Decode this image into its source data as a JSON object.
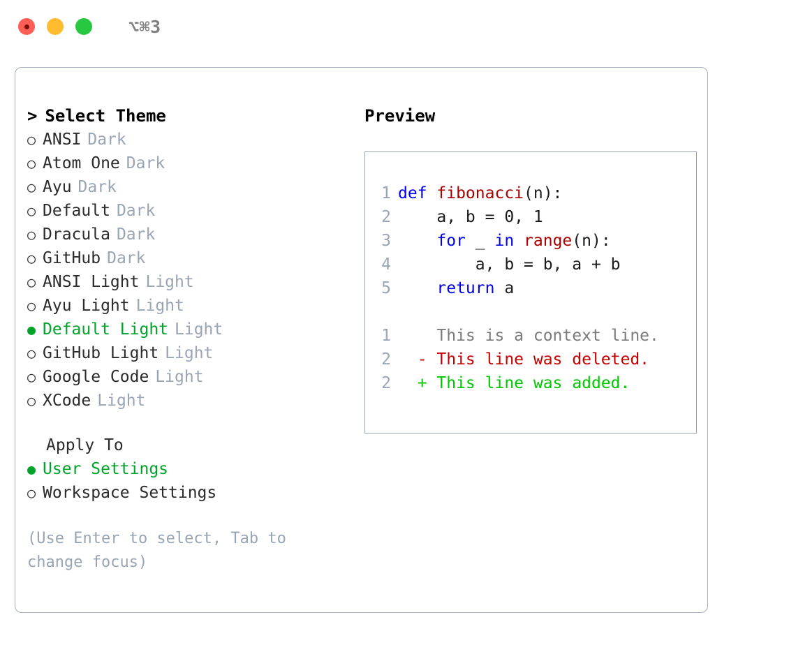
{
  "window": {
    "shortcut": "⌥⌘3",
    "traffic_lights": [
      "close-button",
      "minimize-button",
      "maximize-button"
    ],
    "colors": {
      "close": "#ff5f57",
      "minimize": "#febc2e",
      "maximize": "#28c840",
      "accent_green": "#00a32a",
      "border": "#a3acbb",
      "muted": "#9aa5b4"
    }
  },
  "theme_picker": {
    "heading": "Select Theme",
    "caret": ">",
    "bullet_selected": "●",
    "bullet_unselected": "○",
    "items": [
      {
        "label": "ANSI",
        "tag": "Dark",
        "selected": false
      },
      {
        "label": "Atom One",
        "tag": "Dark",
        "selected": false
      },
      {
        "label": "Ayu",
        "tag": "Dark",
        "selected": false
      },
      {
        "label": "Default",
        "tag": "Dark",
        "selected": false
      },
      {
        "label": "Dracula",
        "tag": "Dark",
        "selected": false
      },
      {
        "label": "GitHub",
        "tag": "Dark",
        "selected": false
      },
      {
        "label": "ANSI Light",
        "tag": "Light",
        "selected": false
      },
      {
        "label": "Ayu Light",
        "tag": "Light",
        "selected": false
      },
      {
        "label": "Default Light",
        "tag": "Light",
        "selected": true
      },
      {
        "label": "GitHub Light",
        "tag": "Light",
        "selected": false
      },
      {
        "label": "Google Code",
        "tag": "Light",
        "selected": false
      },
      {
        "label": "XCode",
        "tag": "Light",
        "selected": false
      }
    ]
  },
  "apply_to": {
    "heading": "Apply To",
    "items": [
      {
        "label": "User Settings",
        "selected": true
      },
      {
        "label": "Workspace Settings",
        "selected": false
      }
    ]
  },
  "hint": "(Use Enter to select, Tab to change focus)",
  "preview": {
    "title": "Preview",
    "code_lines": [
      {
        "no": "1",
        "tokens": [
          {
            "t": "def ",
            "c": "kw"
          },
          {
            "t": "fibonacci",
            "c": "fn"
          },
          {
            "t": "(n):",
            "c": "txt"
          }
        ]
      },
      {
        "no": "2",
        "tokens": [
          {
            "t": "    a, b = 0, 1",
            "c": "txt"
          }
        ]
      },
      {
        "no": "3",
        "tokens": [
          {
            "t": "    ",
            "c": "txt"
          },
          {
            "t": "for",
            "c": "kw"
          },
          {
            "t": " _ ",
            "c": "txt"
          },
          {
            "t": "in",
            "c": "kw"
          },
          {
            "t": " ",
            "c": "txt"
          },
          {
            "t": "range",
            "c": "fn"
          },
          {
            "t": "(n):",
            "c": "txt"
          }
        ]
      },
      {
        "no": "4",
        "tokens": [
          {
            "t": "        a, b = b, a + b",
            "c": "txt"
          }
        ]
      },
      {
        "no": "5",
        "tokens": [
          {
            "t": "    ",
            "c": "txt"
          },
          {
            "t": "return",
            "c": "kw"
          },
          {
            "t": " a",
            "c": "txt"
          }
        ]
      }
    ],
    "diff_lines": [
      {
        "no": "1",
        "marker": " ",
        "text": "This is a context line.",
        "kind": "ctx"
      },
      {
        "no": "2",
        "marker": "-",
        "text": "This line was deleted.",
        "kind": "del"
      },
      {
        "no": "2",
        "marker": "+",
        "text": "This line was added.",
        "kind": "add"
      }
    ]
  }
}
